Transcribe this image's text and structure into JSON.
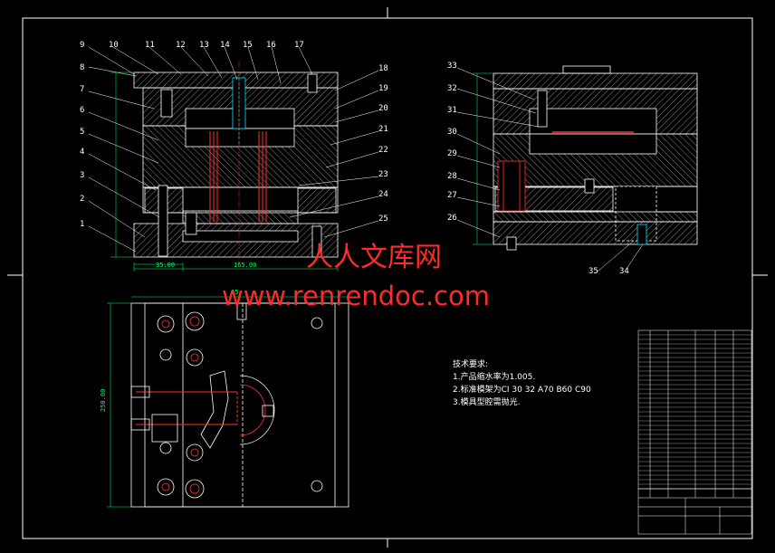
{
  "drawing": {
    "bg": "#000000",
    "line": "#ffffff",
    "dim_color": "#00ff66",
    "accent": "#ff3030",
    "cyan": "#00e5ff",
    "hatch": "#cfcfcf"
  },
  "part_labels_left": [
    "1",
    "2",
    "3",
    "4",
    "5",
    "6",
    "7",
    "8",
    "9"
  ],
  "part_labels_top": [
    "10",
    "11",
    "12",
    "13",
    "14",
    "15",
    "16",
    "17"
  ],
  "part_labels_right": [
    "18",
    "19",
    "20",
    "21",
    "22",
    "23",
    "24",
    "25"
  ],
  "part_labels_side_left": [
    "26",
    "27",
    "28",
    "29",
    "30",
    "31",
    "32",
    "33"
  ],
  "part_labels_side_bottom": [
    "35",
    "34"
  ],
  "dims": {
    "bottom_a": "35.00",
    "bottom_b": "165.00",
    "plan_top": "Φ5",
    "plan_side": "250.00"
  },
  "watermark": {
    "cn": "人人文库网",
    "url": "www.renrendoc.com"
  },
  "tech_req": {
    "title": "技术要求:",
    "lines": [
      "1.产品缩水率为1.005.",
      "2.标准模架为CI 30 32 A70 B60 C90",
      "3.模具型腔需抛光."
    ]
  }
}
